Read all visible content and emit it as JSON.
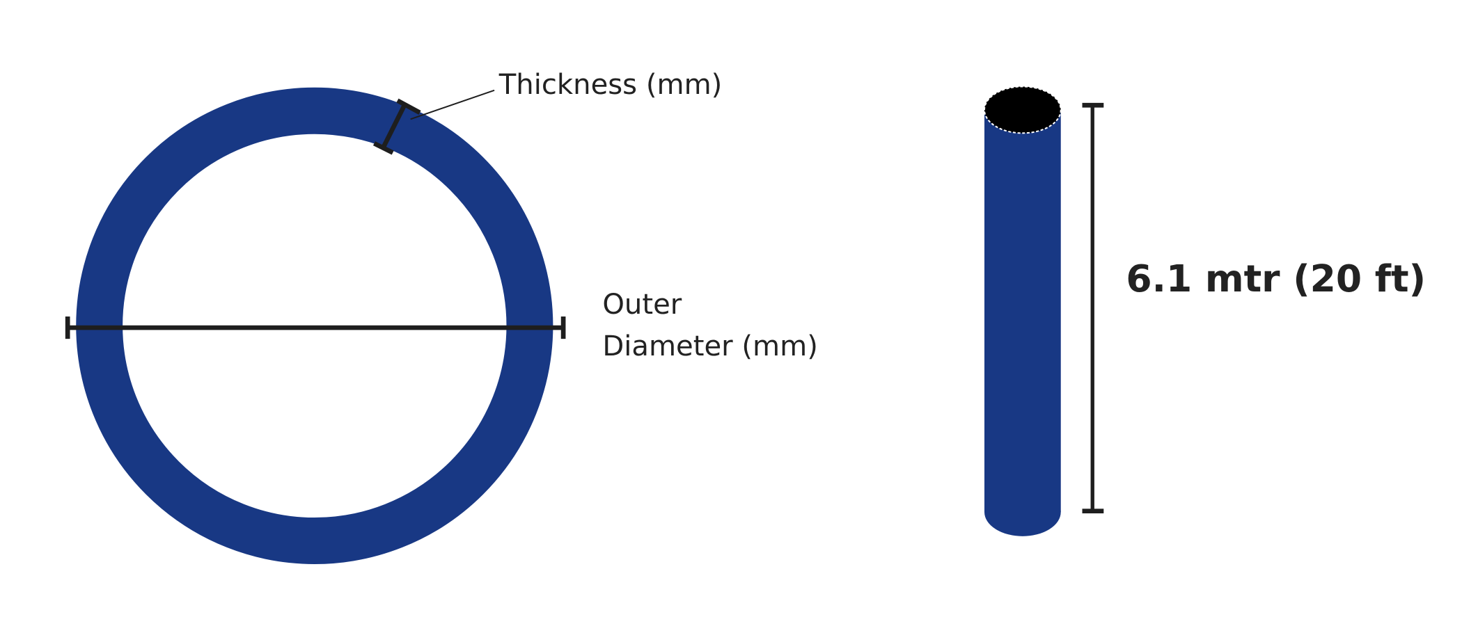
{
  "colors": {
    "pipe": "#183884",
    "line": "#1e1e1e",
    "cap": "#000000"
  },
  "ring": {
    "thickness_label": "Thickness (mm)",
    "diameter_label_line1": "Outer",
    "diameter_label_line2": "Diameter (mm)"
  },
  "pipe": {
    "length_label": "6.1 mtr (20 ft)"
  }
}
